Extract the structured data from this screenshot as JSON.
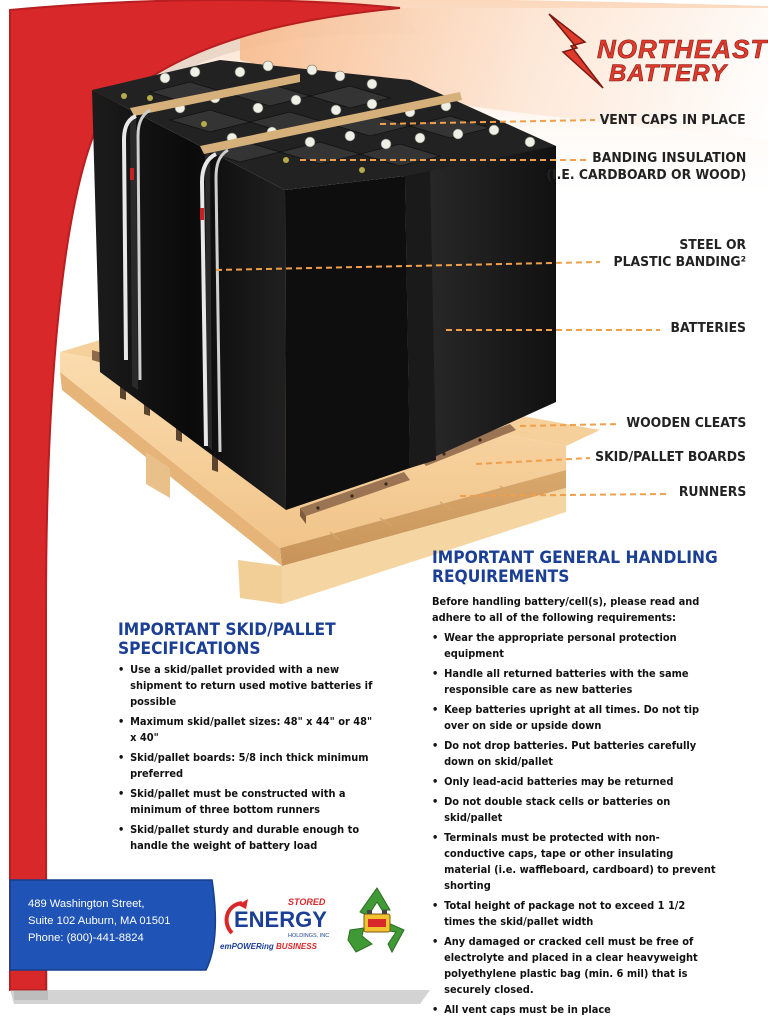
{
  "brand": {
    "logo_line1": "NORTHEAST",
    "logo_line2": "BATTERY",
    "primary_red": "#d8282a",
    "navy": "#1b3f94",
    "accent_orange": "#f0a04b"
  },
  "callouts": [
    {
      "lines": [
        "VENT CAPS IN PLACE"
      ]
    },
    {
      "lines": [
        "BANDING INSULATION",
        "(I.E. CARDBOARD OR WOOD)"
      ]
    },
    {
      "lines": [
        "STEEL OR",
        "PLASTIC BANDING²"
      ]
    },
    {
      "lines": [
        "BATTERIES"
      ]
    },
    {
      "lines": [
        "WOODEN CLEATS"
      ]
    },
    {
      "lines": [
        "SKID/PALLET BOARDS"
      ]
    },
    {
      "lines": [
        "RUNNERS"
      ]
    }
  ],
  "handling": {
    "heading_line1": "IMPORTANT GENERAL HANDLING",
    "heading_line2": "REQUIREMENTS",
    "intro": "Before handling battery/cell(s), please read and adhere to all of the following requirements:",
    "items": [
      "Wear the appropriate personal protection equipment",
      "Handle all returned batteries with the same responsible care as new batteries",
      "Keep batteries upright at all times. Do not tip over on side or upside down",
      "Do not drop batteries. Put batteries carefully down on skid/pallet",
      "Only lead-acid batteries may be returned",
      "Do not double stack cells or batteries on skid/pallet",
      "Terminals must be protected with non-conductive caps, tape or other insulating material (i.e. waffleboard, cardboard) to prevent shorting",
      "Total height of package not to exceed 1 1/2 times the skid/pallet width",
      "Any damaged or cracked cell must be free of electrolyte and placed in a clear heavyweight polyethylene plastic bag (min. 6 mil) that is securely closed.",
      "All vent caps must be in place"
    ]
  },
  "skid": {
    "heading_line1": "IMPORTANT SKID/PALLET",
    "heading_line2": "SPECIFICATIONS",
    "items": [
      "Use a skid/pallet provided with a new shipment to return used motive batteries if possible",
      "Maximum skid/pallet sizes: 48\" x 44\" or 48\" x 40\"",
      "Skid/pallet boards: 5/8 inch thick minimum preferred",
      "Skid/pallet must be constructed with a minimum of three bottom runners",
      "Skid/pallet sturdy and durable enough to handle the weight of battery load"
    ]
  },
  "footer": {
    "address_line1": "489 Washington Street,",
    "address_line2": "Suite 102 Auburn, MA 01501",
    "phone": "Phone: (800)-441-8824",
    "se_stored": "STORED",
    "se_energy": "ENERGY",
    "se_holdings": "HOLDINGS, INC",
    "se_tagline_a": "emPOWERing",
    "se_tagline_b": "BUSINESS"
  }
}
